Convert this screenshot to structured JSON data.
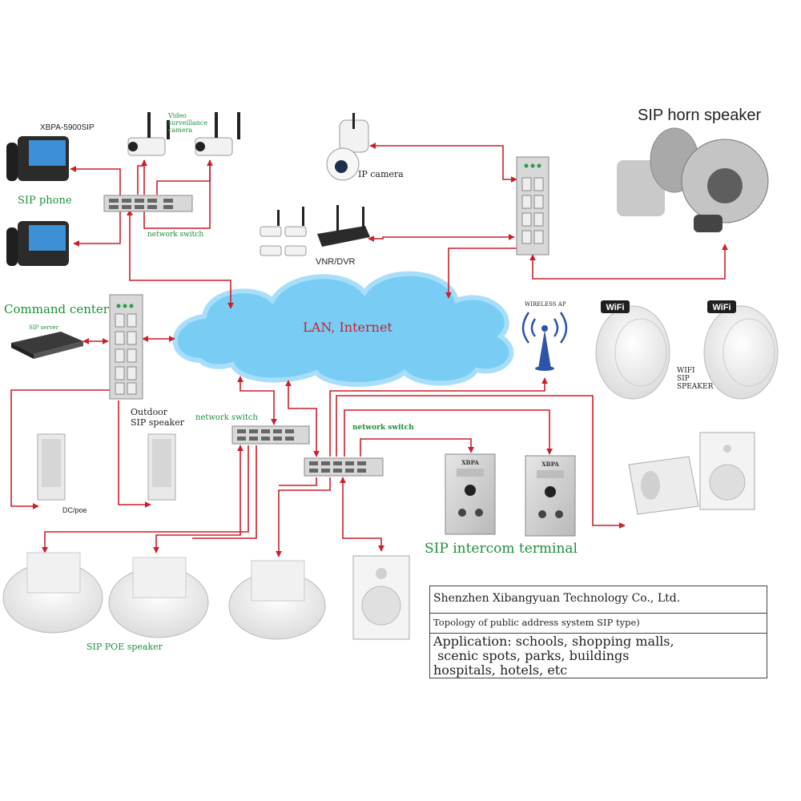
{
  "labels": {
    "xbpa_phone_model": "XBPA-5900SIP",
    "video_surveillance": [
      "Video",
      "surveillance",
      "camera"
    ],
    "sip_phone": "SIP phone",
    "network_switch_top": "network switch",
    "ip_camera": "IP camera",
    "nvr_dvr": "VNR/DVR",
    "sip_horn_speaker": "SIP horn speaker",
    "command_center": "Command center",
    "sip_server": "SIP server",
    "lan_internet": "LAN, Internet",
    "wireless_ap": "WIRELESS AP",
    "wifi_badge": "WiFi",
    "wifi_sip_speaker": [
      "WIFI",
      "SIP",
      "SPEAKER"
    ],
    "outdoor_sip_speaker": [
      "Outdoor",
      "SIP speaker"
    ],
    "network_switch_mid": "network switch",
    "network_switch_bold": "network switch",
    "dc_poe": "DC/poe",
    "intercom_brand": "XBPA",
    "sip_intercom_terminal": "SIP intercom terminal",
    "sip_poe_speaker": "SIP POE speaker"
  },
  "info": {
    "company": "Shenzhen Xibangyuan Technology Co., Ltd.",
    "topology": "Topology of public address system SIP type)",
    "application_lines": [
      "Application: schools, shopping malls,",
      " scenic spots, parks, buildings",
      "hospitals, hotels, etc"
    ]
  },
  "colors": {
    "link": "#cc1f2a",
    "cloud": "#79cdf5",
    "cloud_edge": "#9fdcfa",
    "accent_green": "#1e8f3c",
    "device_gray": "#d8d8d8"
  }
}
